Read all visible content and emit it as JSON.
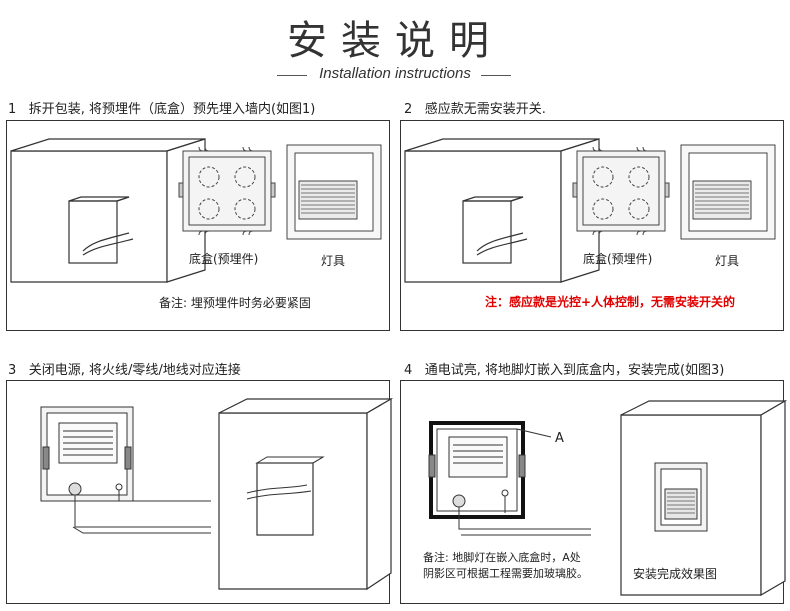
{
  "header": {
    "title": "安装说明",
    "subtitle": "Installation instructions"
  },
  "steps": [
    {
      "number": "1",
      "text": "拆开包装, 将预埋件（底盒）预先埋入墙内(如图1)"
    },
    {
      "number": "2",
      "text": "感应款无需安装开关."
    },
    {
      "number": "3",
      "text": "关闭电源, 将火线/零线/地线对应连接"
    },
    {
      "number": "4",
      "text": "通电试亮, 将地脚灯嵌入到底盒内，安装完成(如图3)"
    }
  ],
  "panel1": {
    "box_label": "底盒(预埋件)",
    "lamp_label": "灯具",
    "note": "备注: 埋预埋件时务必要紧固"
  },
  "panel2": {
    "box_label": "底盒(预埋件)",
    "lamp_label": "灯具",
    "note": "注：感应款是光控+人体控制，无需安装开关的"
  },
  "panel4": {
    "marker": "A",
    "note_line1": "备注: 地脚灯在嵌入底盒时，A处",
    "note_line2": "阴影区可根据工程需要加玻璃胶。",
    "result_label": "安装完成效果图"
  },
  "colors": {
    "note_red": "#e00000",
    "line": "#333333"
  }
}
